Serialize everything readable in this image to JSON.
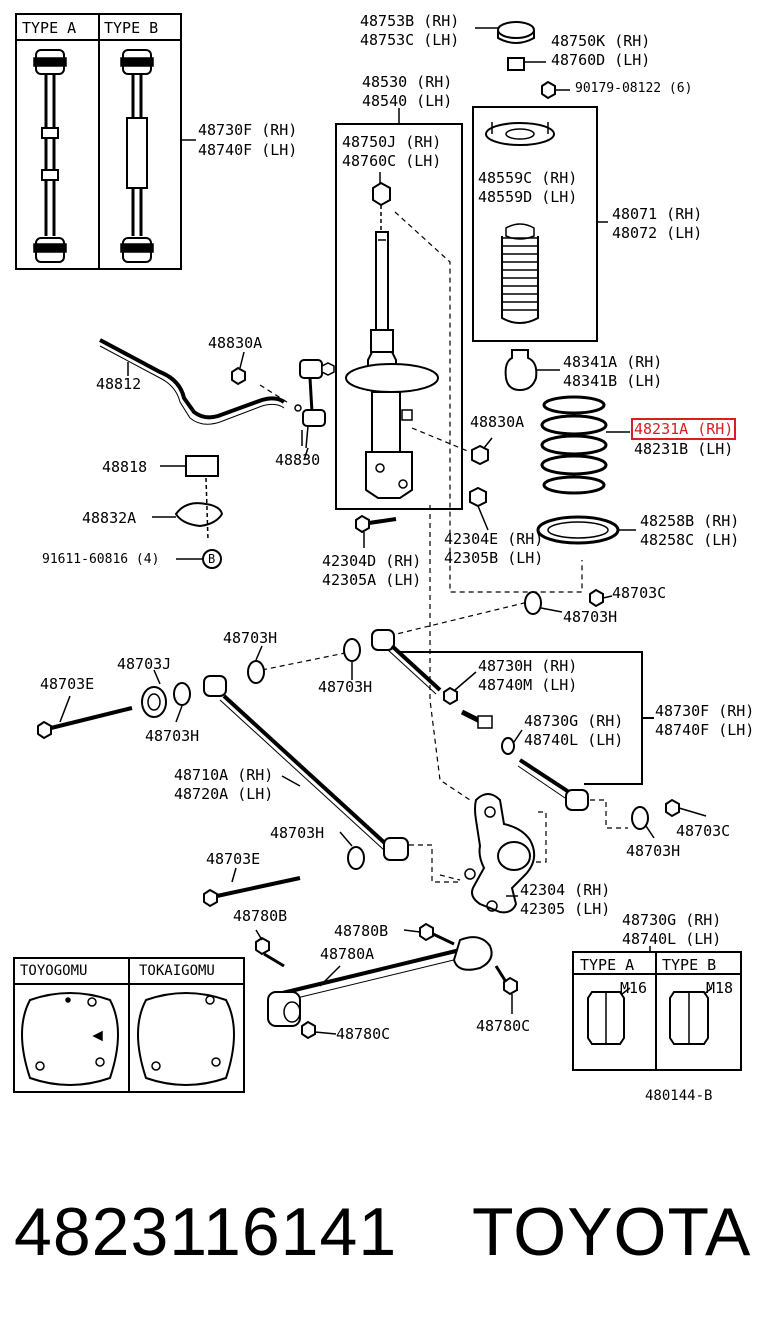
{
  "inset_tl": {
    "type_a": "TYPE A",
    "type_b": "TYPE B"
  },
  "inset_br": {
    "title_1": "48730G (RH)",
    "title_2": "48740L (LH)",
    "type_a": "TYPE A",
    "type_b": "TYPE B",
    "size_a": "M16",
    "size_b": "M18"
  },
  "inset_bl": {
    "left": "TOYOGOMU",
    "right": "TOKAIGOMU"
  },
  "labels": {
    "p48753B": "48753B (RH)",
    "p48753C": "48753C (LH)",
    "p48750K": "48750K (RH)",
    "p48760D": "48760D (LH)",
    "p90179": "90179-08122 (6)",
    "p48530": "48530 (RH)",
    "p48540": "48540 (LH)",
    "p48750J": "48750J (RH)",
    "p48760C": "48760C (LH)",
    "p48730F_top": "48730F (RH)",
    "p48740F_top": "48740F (LH)",
    "p48559C": "48559C (RH)",
    "p48559D": "48559D (LH)",
    "p48071": "48071 (RH)",
    "p48072": "48072 (LH)",
    "p48830A_1": "48830A",
    "p48812": "48812",
    "p48341A": "48341A (RH)",
    "p48341B": "48341B (LH)",
    "p48830A_2": "48830A",
    "p48231A": "48231A (RH)",
    "p48231B": "48231B (LH)",
    "p48830": "48830",
    "p48818": "48818",
    "p48832A": "48832A",
    "p42304E": "42304E (RH)",
    "p42305B": "42305B (LH)",
    "p48258B": "48258B (RH)",
    "p48258C": "48258C (LH)",
    "p91611": "91611-60816 (4)",
    "circle_b": "B",
    "p42304D": "42304D (RH)",
    "p42305A": "42305A (LH)",
    "p48703C_1": "48703C",
    "p48703H_1": "48703H",
    "p48703H_2": "48703H",
    "p48703J": "48703J",
    "p48703E_1": "48703E",
    "p48703H_3": "48703H",
    "p48730H": "48730H (RH)",
    "p48740M": "48740M (LH)",
    "p48703H_4": "48703H",
    "p48730F_mid": "48730F (RH)",
    "p48740F_mid": "48740F (LH)",
    "p48730G": "48730G (RH)",
    "p48740L": "48740L (LH)",
    "p48710A": "48710A (RH)",
    "p48720A": "48720A (LH)",
    "p48703H_5": "48703H",
    "p48703C_2": "48703C",
    "p48703H_6": "48703H",
    "p48703E_2": "48703E",
    "p42304": "42304 (RH)",
    "p42305": "42305 (LH)",
    "p48780B_1": "48780B",
    "p48780B_2": "48780B",
    "p48780A": "48780A",
    "p48780C_1": "48780C",
    "p48780C_2": "48780C"
  },
  "ref_code": "480144-B",
  "footer": {
    "part_number": "4823116141",
    "brand": "TOYOTA"
  },
  "colors": {
    "line": "#000000",
    "highlight": "#d61f1f",
    "background": "#ffffff"
  }
}
